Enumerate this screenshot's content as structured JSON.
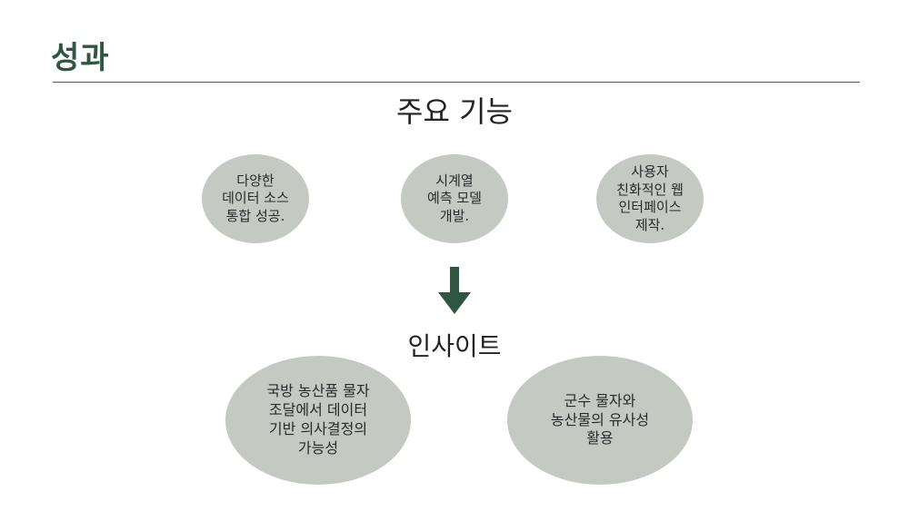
{
  "slide": {
    "title": "성과",
    "heading_main": "주요 기능",
    "heading_insight": "인사이트"
  },
  "features": [
    {
      "text": "다양한\n데이터 소스\n통합 성공."
    },
    {
      "text": "시계열\n예측 모델\n개발."
    },
    {
      "text": "사용자\n친화적인 웹\n인터페이스\n제작."
    }
  ],
  "insights": [
    {
      "text": "국방 농산품 물자\n조달에서 데이터\n기반 의사결정의\n가능성"
    },
    {
      "text": "군수 물자와\n농산물의 유사성\n활용"
    }
  ],
  "colors": {
    "title": "#2e5640",
    "bubble": "#c4c9c2",
    "arrow": "#2e5640"
  },
  "icons": {
    "arrow": "arrow-down-icon"
  }
}
